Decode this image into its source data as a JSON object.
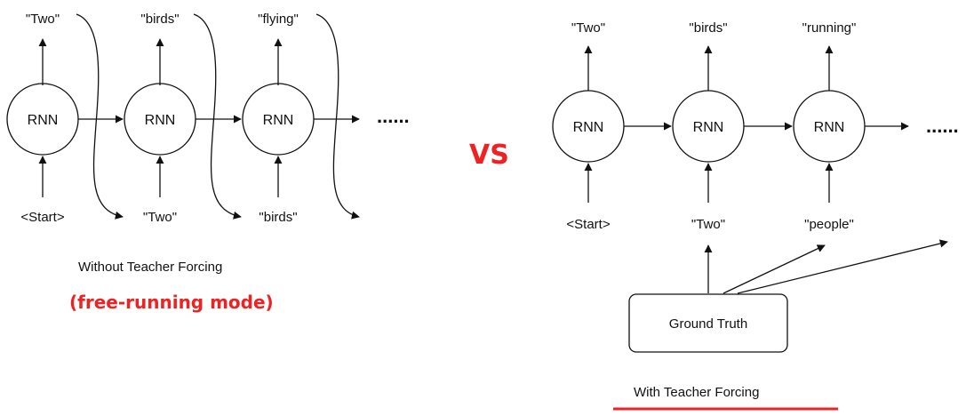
{
  "colors": {
    "accent": "#ee2222",
    "ink": "#111111"
  },
  "left": {
    "outputs": [
      "\"Two\"",
      "\"birds\"",
      "\"flying\""
    ],
    "inputs": [
      "<Start>",
      "\"Two\"",
      "\"birds\""
    ],
    "node_label": "RNN",
    "ellipsis": "......",
    "caption": "Without Teacher Forcing",
    "mode": "(free-running mode)"
  },
  "vs": "VS",
  "right": {
    "outputs": [
      "\"Two\"",
      "\"birds\"",
      "\"running\""
    ],
    "inputs": [
      "<Start>",
      "\"Two\"",
      "\"people\""
    ],
    "node_label": "RNN",
    "ellipsis": "......",
    "ground_truth": "Ground Truth",
    "caption": "With Teacher Forcing"
  }
}
